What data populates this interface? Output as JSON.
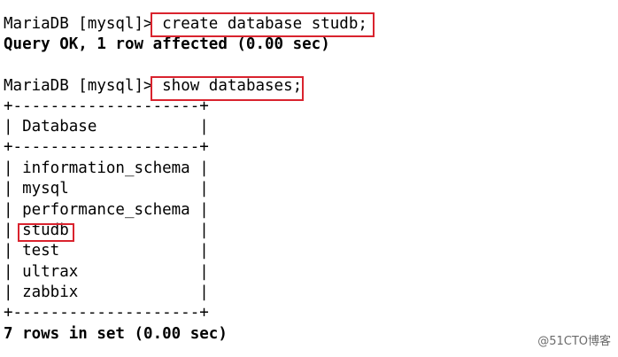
{
  "terminal": {
    "prompt": "MariaDB [mysql]> ",
    "cmd1": "create database studb;",
    "result1": "Query OK, 1 row affected (0.00 sec)",
    "cmd2": "show databases;",
    "border": "+--------------------+",
    "header": "| Database           |",
    "rows": [
      "| information_schema |",
      "| mysql              |",
      "| performance_schema |",
      "| studb              |",
      "| test               |",
      "| ultrax             |",
      "| zabbix             |"
    ],
    "result2": "7 rows in set (0.00 sec)"
  },
  "highlight_color": "#d9232e",
  "watermark": "@51CTO博客"
}
